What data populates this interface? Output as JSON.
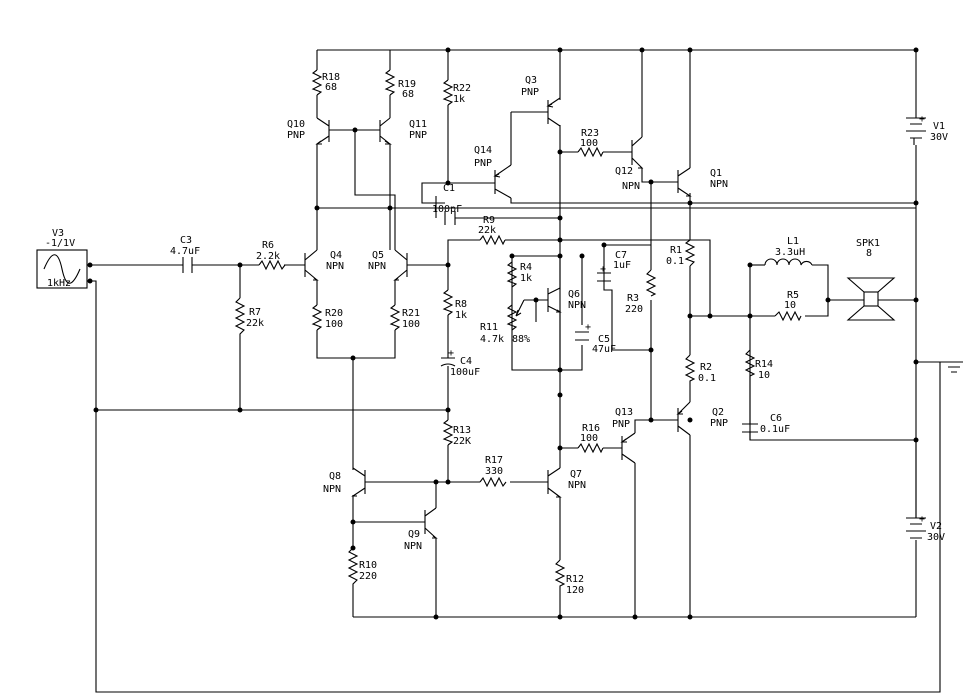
{
  "components": {
    "V3": {
      "name": "V3",
      "value": "-1/1V",
      "extra": "1kHz"
    },
    "C3": {
      "name": "C3",
      "value": "4.7uF"
    },
    "R6": {
      "name": "R6",
      "value": "2.2k"
    },
    "R7": {
      "name": "R7",
      "value": "22k"
    },
    "R18": {
      "name": "R18",
      "value": "68"
    },
    "R19": {
      "name": "R19",
      "value": "68"
    },
    "R22": {
      "name": "R22",
      "value": "1k"
    },
    "Q10": {
      "name": "Q10",
      "type": "PNP"
    },
    "Q11": {
      "name": "Q11",
      "type": "PNP"
    },
    "Q3": {
      "name": "Q3",
      "type": "PNP"
    },
    "R23": {
      "name": "R23",
      "value": "100"
    },
    "Q14": {
      "name": "Q14",
      "type": "PNP"
    },
    "Q12": {
      "name": "Q12",
      "type": "NPN"
    },
    "Q1": {
      "name": "Q1",
      "type": "NPN"
    },
    "V1": {
      "name": "V1",
      "value": "30V"
    },
    "C1": {
      "name": "C1",
      "value": "100pF"
    },
    "R9": {
      "name": "R9",
      "value": "22k"
    },
    "Q4": {
      "name": "Q4",
      "type": "NPN"
    },
    "Q5": {
      "name": "Q5",
      "type": "NPN"
    },
    "R4": {
      "name": "R4",
      "value": "1k"
    },
    "Q6": {
      "name": "Q6",
      "type": "NPN"
    },
    "C7": {
      "name": "C7",
      "value": "1uF"
    },
    "R1": {
      "name": "R1",
      "value": "0.1"
    },
    "L1": {
      "name": "L1",
      "value": "3.3uH"
    },
    "SPK1": {
      "name": "SPK1",
      "value": "8"
    },
    "R8": {
      "name": "R8",
      "value": "1k"
    },
    "R3": {
      "name": "R3",
      "value": "220"
    },
    "R5": {
      "name": "R5",
      "value": "10"
    },
    "R20": {
      "name": "R20",
      "value": "100"
    },
    "R21": {
      "name": "R21",
      "value": "100"
    },
    "R11": {
      "name": "R11",
      "value": "4.7k",
      "extra": "88%"
    },
    "C5": {
      "name": "C5",
      "value": "47uF"
    },
    "C4": {
      "name": "C4",
      "value": "100uF"
    },
    "R2": {
      "name": "R2",
      "value": "0.1"
    },
    "R14": {
      "name": "R14",
      "value": "10"
    },
    "Q2": {
      "name": "Q2",
      "type": "PNP"
    },
    "C6": {
      "name": "C6",
      "value": "0.1uF"
    },
    "R13": {
      "name": "R13",
      "value": "22K"
    },
    "Q13": {
      "name": "Q13",
      "type": "PNP"
    },
    "R16": {
      "name": "R16",
      "value": "100"
    },
    "Q8": {
      "name": "Q8",
      "type": "NPN"
    },
    "R17": {
      "name": "R17",
      "value": "330"
    },
    "Q7": {
      "name": "Q7",
      "type": "NPN"
    },
    "Q9": {
      "name": "Q9",
      "type": "NPN"
    },
    "V2": {
      "name": "V2",
      "value": "30V"
    },
    "R10": {
      "name": "R10",
      "value": "220"
    },
    "R12": {
      "name": "R12",
      "value": "120"
    }
  }
}
